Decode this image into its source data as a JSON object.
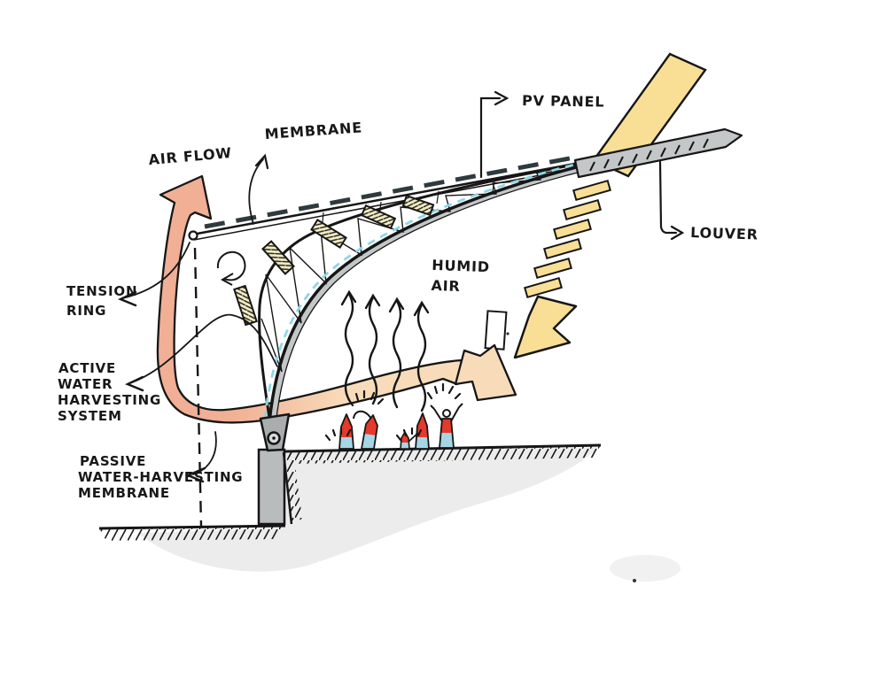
{
  "labels": {
    "air_flow": "AIR FLOW",
    "membrane": "MEMBRANE",
    "pv_panel": "PV PANEL",
    "louver": "LOUVER",
    "tension_ring": [
      "TENSION",
      "RING"
    ],
    "active_water_harvesting_system": [
      "ACTIVE",
      "WATER",
      "HARVESTING",
      "SYSTEM"
    ],
    "passive_water_harvesting_membrane": [
      "PASSIVE",
      "WATER-HARVESTING",
      "MEMBRANE"
    ],
    "humid_air": [
      "HUMID",
      "AIR"
    ]
  },
  "scene": {
    "people_count": 5,
    "humid_air_arrow_count": 4,
    "roof_fin_count": 5,
    "sun_light_segment_count": 7
  },
  "colors": {
    "paper": "#ffffff",
    "ink": "#161616",
    "salmon": "#f1af95",
    "flow_pale": "#f8dcba",
    "sun_yellow": "#f8df95",
    "fin_yellow": "#f3ecc2",
    "louver_gray": "#c4c7c8",
    "column_gray": "#b9bcbc",
    "bracket_gray": "#aaadae",
    "shadow_gray": "#ececec",
    "cyan": "#8fd6e4",
    "pv_dark": "#2f3a3e",
    "people_red": "#e5392c",
    "people_blue": "#a5d6e6"
  }
}
